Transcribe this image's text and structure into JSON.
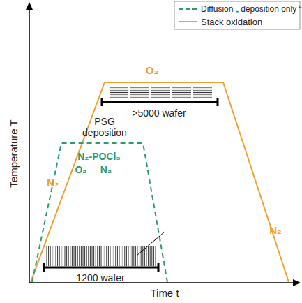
{
  "diagram": {
    "labels": [
      "Temperature T",
      "Time t",
      "O₂",
      ">5000 wafer",
      "PSG deposition",
      "N₂-POCl₃",
      "O₂",
      "N₂",
      "N₂",
      "N₂",
      "1200 wafer"
    ],
    "legend": [
      {
        "text": "Diffusion „ deposition only “"
      },
      {
        "text": "Stack oxidation"
      }
    ]
  }
}
